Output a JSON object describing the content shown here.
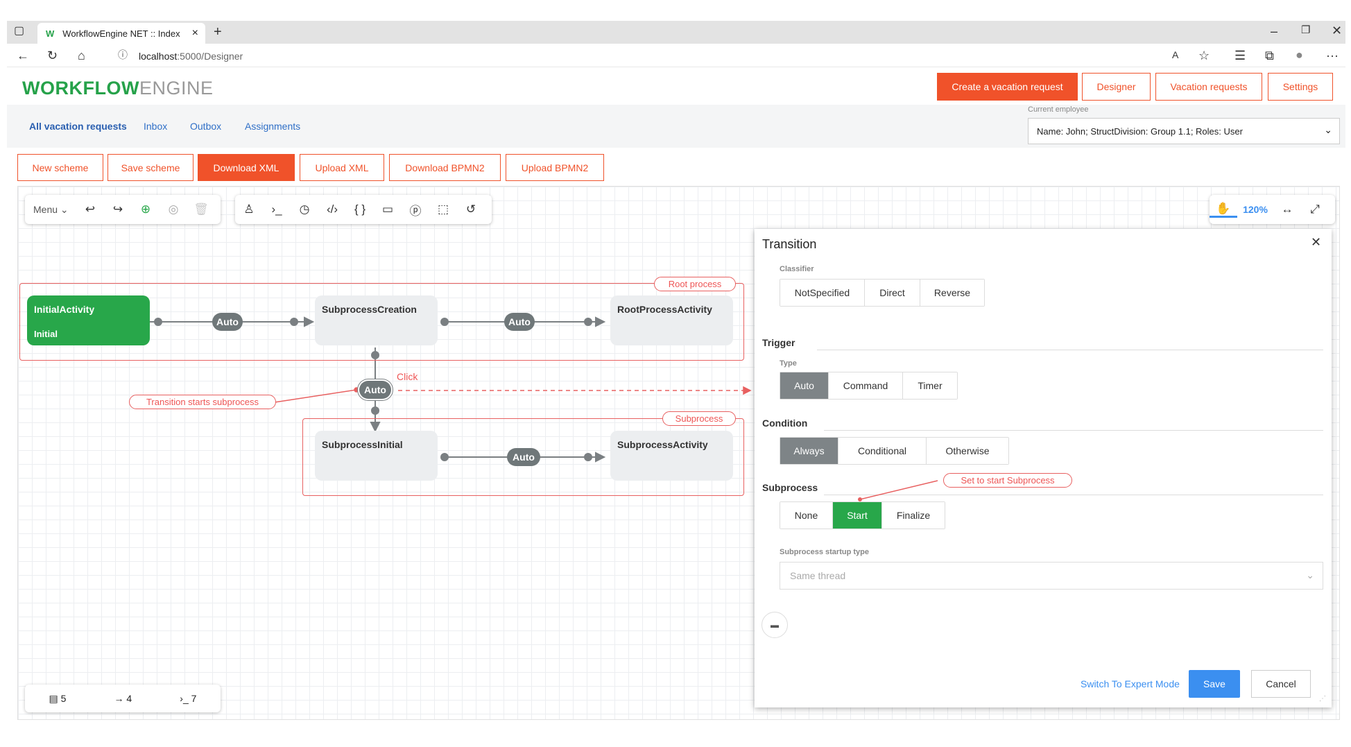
{
  "browser": {
    "tab_title": "WorkflowEngine NET :: Index",
    "url_host": "localhost",
    "url_path": ":5000/Designer"
  },
  "header": {
    "logo_bold": "WORKFLOW",
    "logo_light": "ENGINE",
    "buttons": [
      "Create a vacation request",
      "Designer",
      "Vacation requests",
      "Settings"
    ]
  },
  "nav": {
    "items": [
      "All vacation requests",
      "Inbox",
      "Outbox",
      "Assignments"
    ],
    "employee_label": "Current employee",
    "employee_value": "Name: John; StructDivision: Group 1.1; Roles: User"
  },
  "toolbar": {
    "buttons": [
      "New scheme",
      "Save scheme",
      "Download XML",
      "Upload XML",
      "Download BPMN2",
      "Upload BPMN2"
    ]
  },
  "designer": {
    "menu_label": "Menu",
    "zoom": "120%",
    "stats": {
      "comments": "5",
      "transitions": "4",
      "commands": "7"
    },
    "activities": {
      "initial": "InitialActivity",
      "initial_sub": "Initial",
      "subprocess_creation": "SubprocessCreation",
      "root_process_activity": "RootProcessActivity",
      "subprocess_initial": "SubprocessInitial",
      "subprocess_activity": "SubprocessActivity"
    },
    "transition_label": "Auto",
    "notes": {
      "root": "Root process",
      "subprocess": "Subprocess",
      "transition_starts": "Transition starts subprocess",
      "click": "Click",
      "set_to_start": "Set to start Subprocess"
    }
  },
  "panel": {
    "title": "Transition",
    "classifier_label": "Classifier",
    "classifier_options": [
      "NotSpecified",
      "Direct",
      "Reverse"
    ],
    "trigger_label": "Trigger",
    "type_label": "Type",
    "type_options": [
      "Auto",
      "Command",
      "Timer"
    ],
    "condition_label": "Condition",
    "condition_options": [
      "Always",
      "Conditional",
      "Otherwise"
    ],
    "subprocess_label": "Subprocess",
    "subprocess_options": [
      "None",
      "Start",
      "Finalize"
    ],
    "startup_type_label": "Subprocess startup type",
    "startup_type_value": "Same thread",
    "expert_mode": "Switch To Expert Mode",
    "save": "Save",
    "cancel": "Cancel"
  },
  "colors": {
    "accent": "#f0522a",
    "green": "#28a74a",
    "blue": "#3b8ff0",
    "note": "#e86060"
  }
}
